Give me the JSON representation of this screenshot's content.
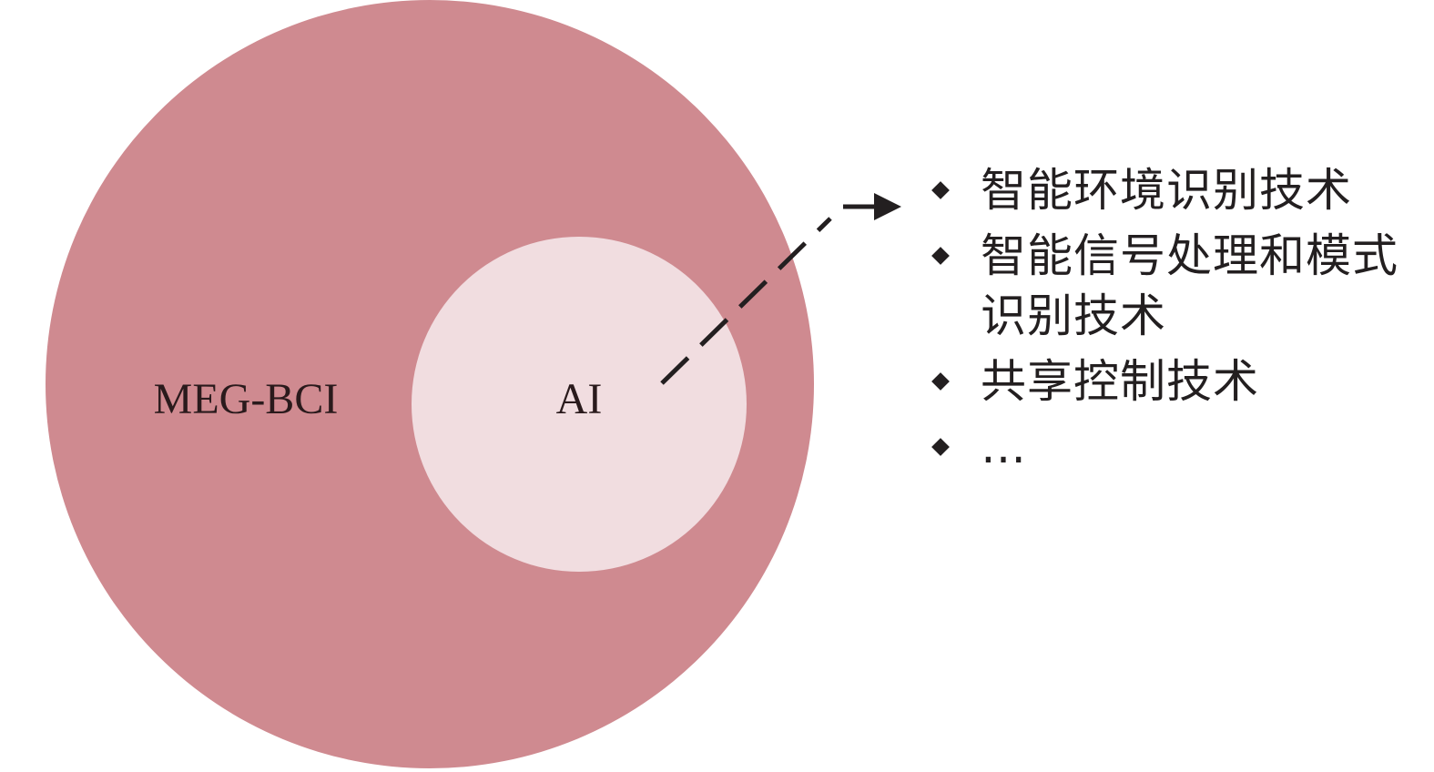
{
  "diagram": {
    "outer_label": "MEG-BCI",
    "inner_label": "AI",
    "colors": {
      "outer_circle": "#cf8a90",
      "inner_circle": "#f1dde0",
      "arrow": "#231f20",
      "text": "#231f20"
    }
  },
  "features": [
    {
      "text": "智能环境识别技术"
    },
    {
      "text": "智能信号处理和模式识别技术"
    },
    {
      "text": "共享控制技术"
    },
    {
      "text": "…"
    }
  ]
}
